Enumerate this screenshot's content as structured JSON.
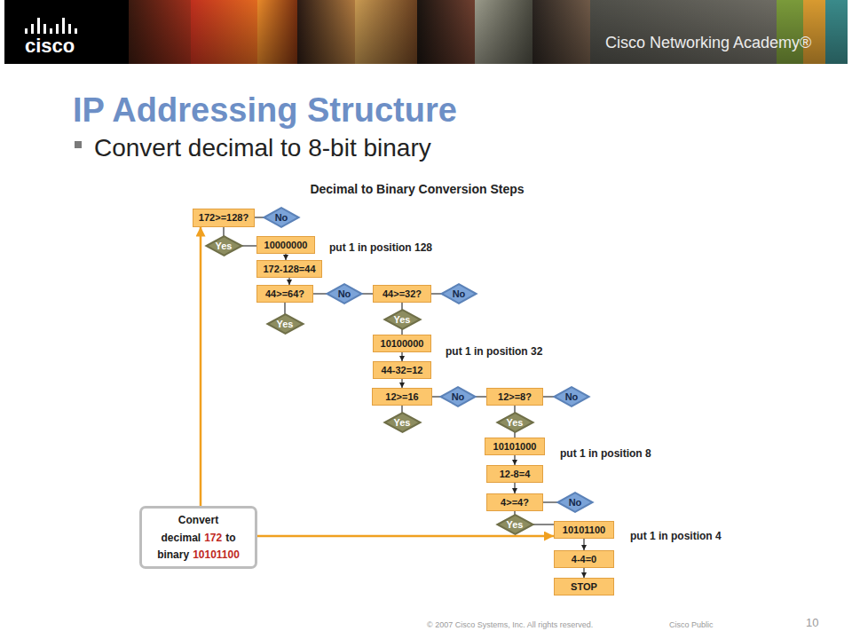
{
  "diagram": {
    "title": "IP Addressing Structure",
    "nodes": [
      {
        "text": [
          "172>=128?"
        ]
      },
      {
        "text": [
          "No"
        ]
      },
      {
        "text": [
          "Yes"
        ]
      },
      {
        "text": [
          "10000000"
        ]
      },
      {
        "text": [
          "172-128=44"
        ]
      },
      {
        "text": [
          "44>=64?"
        ]
      },
      {
        "text": [
          "No"
        ]
      },
      {
        "text": [
          "44>=32?"
        ]
      },
      {
        "text": [
          "No"
        ]
      },
      {
        "text": [
          "Yes"
        ]
      },
      {
        "text": [
          "Yes"
        ]
      },
      {
        "text": [
          "10100000"
        ]
      },
      {
        "text": [
          "44-32=12"
        ]
      },
      {
        "text": [
          "12>=16"
        ]
      },
      {
        "text": [
          "No"
        ]
      },
      {
        "text": [
          "12>=8?"
        ]
      },
      {
        "text": [
          "No"
        ]
      },
      {
        "text": [
          "Yes"
        ]
      },
      {
        "text": [
          "Yes"
        ]
      },
      {
        "text": [
          "10101000"
        ]
      },
      {
        "text": [
          "12-8=4"
        ]
      },
      {
        "text": [
          "4>=4?"
        ]
      },
      {
        "text": [
          "No"
        ]
      },
      {
        "text": [
          "Yes"
        ]
      },
      {
        "text": [
          "10101100"
        ]
      },
      {
        "text": [
          "4-4=0"
        ]
      },
      {
        "text": [
          "STOP"
        ]
      },
      {
        "text": [
          "Convert",
          "decimal",
          "172",
          "to",
          "binary",
          "10101100"
        ]
      }
    ],
    "edges": [
      {
        "from": 0,
        "to": 1,
        "arrow": "none"
      },
      {
        "from": 0,
        "to": 2,
        "arrow": "none"
      },
      {
        "from": 2,
        "to": 3,
        "arrow": "none"
      },
      {
        "from": 3,
        "to": 4,
        "arrow": "to"
      },
      {
        "from": 4,
        "to": 5,
        "arrow": "to"
      },
      {
        "from": 5,
        "to": 6,
        "arrow": "none"
      },
      {
        "from": 6,
        "to": 7,
        "arrow": "none"
      },
      {
        "from": 7,
        "to": 8,
        "arrow": "none"
      },
      {
        "from": 5,
        "to": 9,
        "arrow": "none"
      },
      {
        "from": 7,
        "to": 10,
        "arrow": "none"
      },
      {
        "from": 10,
        "to": 11,
        "arrow": "none"
      },
      {
        "from": 11,
        "to": 12,
        "arrow": "to"
      },
      {
        "from": 12,
        "to": 13,
        "arrow": "to"
      },
      {
        "from": 13,
        "to": 14,
        "arrow": "none"
      },
      {
        "from": 14,
        "to": 15,
        "arrow": "none"
      },
      {
        "from": 15,
        "to": 16,
        "arrow": "none"
      },
      {
        "from": 13,
        "to": 17,
        "arrow": "none"
      },
      {
        "from": 15,
        "to": 18,
        "arrow": "none"
      },
      {
        "from": 18,
        "to": 19,
        "arrow": "none"
      },
      {
        "from": 19,
        "to": 20,
        "arrow": "to"
      },
      {
        "from": 20,
        "to": 21,
        "arrow": "to"
      },
      {
        "from": 21,
        "to": 22,
        "arrow": "none"
      },
      {
        "from": 21,
        "to": 23,
        "arrow": "none"
      },
      {
        "from": 23,
        "to": 24,
        "arrow": "none"
      },
      {
        "from": 24,
        "to": 25,
        "arrow": "to"
      },
      {
        "from": 25,
        "to": 26,
        "arrow": "to"
      },
      {
        "from": 27,
        "to": 0,
        "arrow": "to"
      },
      {
        "from": 27,
        "to": 24,
        "arrow": "to"
      }
    ],
    "labels": [
      "cisco",
      "Cisco Networking Academy®",
      "Convert decimal to 8-bit binary",
      "Decimal to Binary Conversion Steps",
      "put 1 in position 128",
      "put 1 in position 32",
      "put 1 in position 8",
      "put 1 in position 4",
      "© 2007 Cisco Systems, Inc. All rights reserved.",
      "Cisco Public",
      "10"
    ]
  }
}
